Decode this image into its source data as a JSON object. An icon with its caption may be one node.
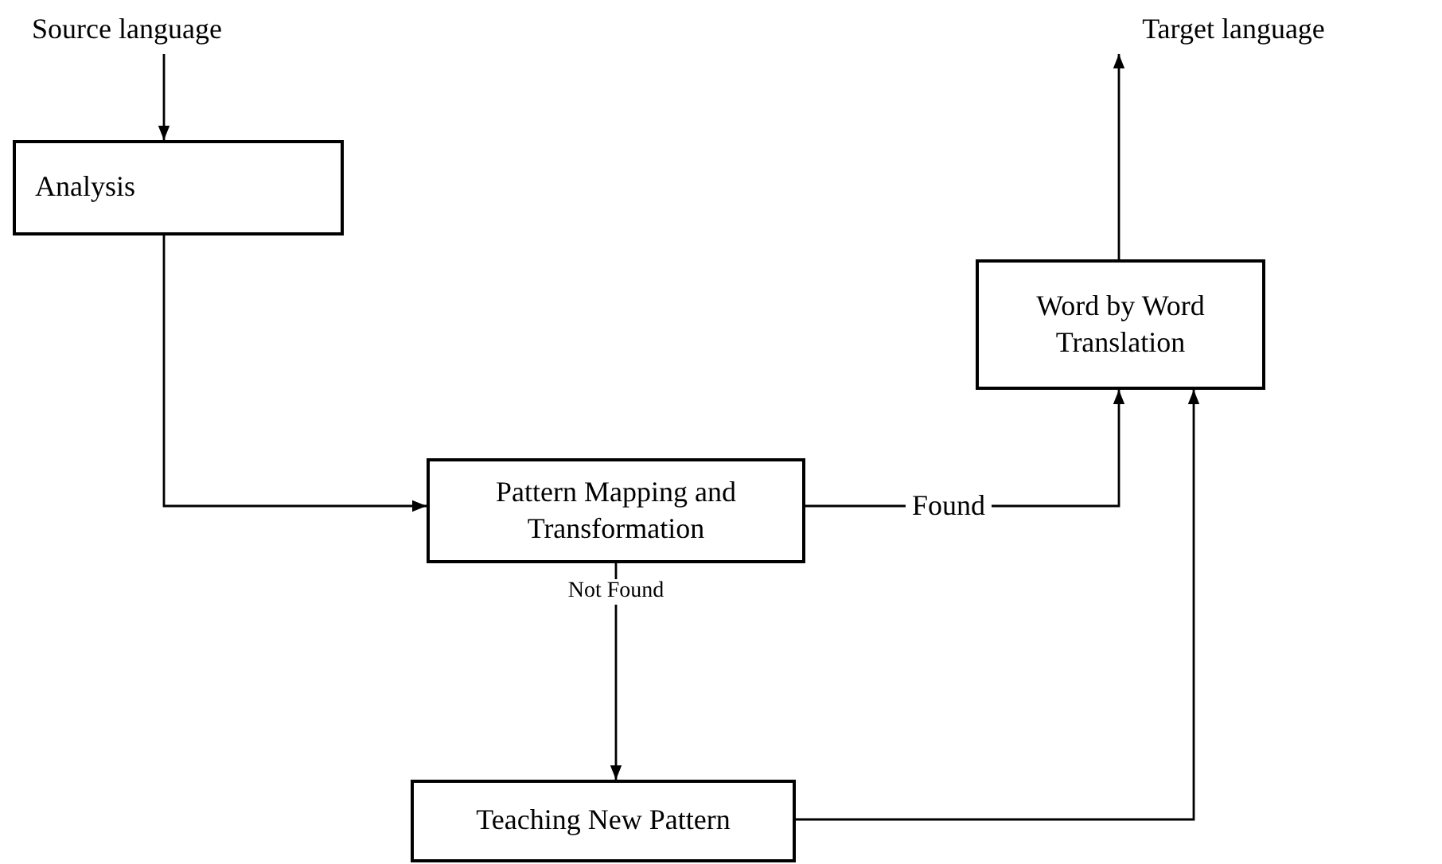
{
  "diagram": {
    "nodes": [
      {
        "text": [
          "Source language"
        ]
      },
      {
        "text": [
          "Analysis"
        ]
      },
      {
        "text": [
          "Pattern Mapping and Transformation"
        ]
      },
      {
        "text": [
          "Word by Word Translation"
        ]
      },
      {
        "text": [
          "Target language"
        ]
      },
      {
        "text": [
          "Teaching New Pattern"
        ]
      }
    ],
    "edges": [
      {
        "from": 0,
        "to": 1,
        "arrow": "to"
      },
      {
        "from": 1,
        "to": 2,
        "arrow": "to"
      },
      {
        "from": 2,
        "to": 3,
        "arrow": "to",
        "label": "Found"
      },
      {
        "from": 3,
        "to": 4,
        "arrow": "to"
      },
      {
        "from": 2,
        "to": 5,
        "arrow": "to",
        "label": "Not Found"
      },
      {
        "from": 5,
        "to": 3,
        "arrow": "to"
      }
    ]
  }
}
